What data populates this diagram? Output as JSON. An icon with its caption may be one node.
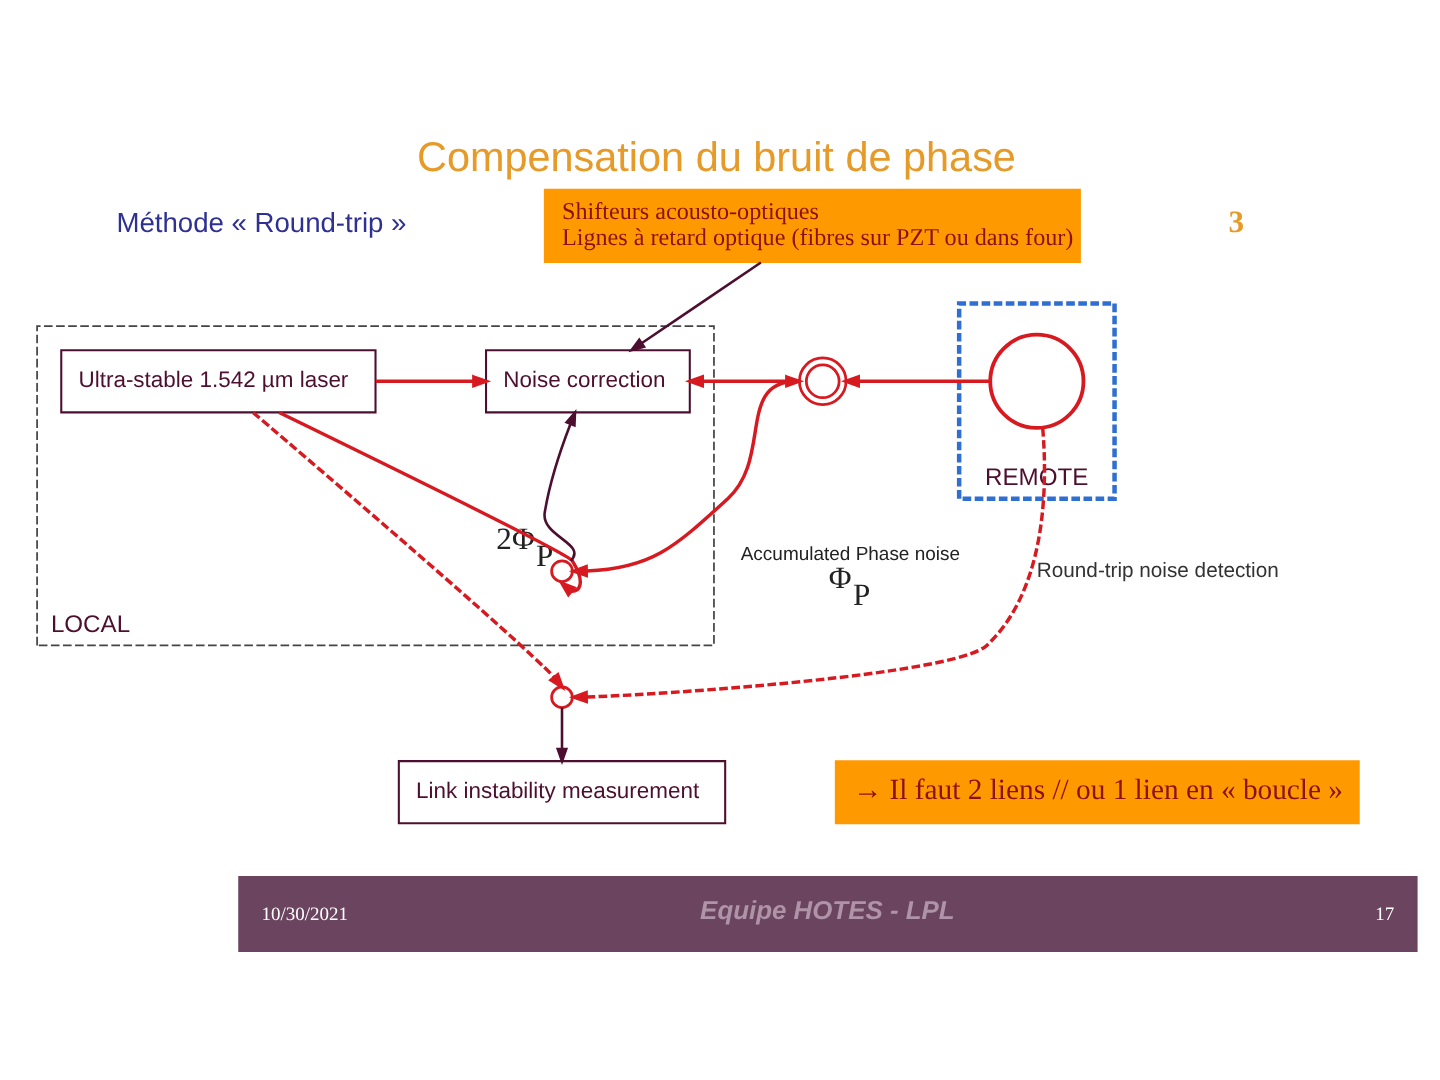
{
  "diagram": {
    "title": "Compensation du bruit de phase",
    "nodes": [
      {
        "text": [
          "Shifteurs acousto-optiques",
          "Lignes à retard optique (fibres sur PZT ou dans four)"
        ]
      },
      {
        "text": [
          "LOCAL"
        ]
      },
      {
        "text": [
          "Ultra-stable 1.542 µm laser"
        ],
        "in": 1
      },
      {
        "text": [
          "Noise correction"
        ],
        "in": 1
      },
      {
        "text": [],
        "shape": "circle",
        "in": 1,
        "beside": [
          "2Φ$_{P}$"
        ]
      },
      {
        "text": [],
        "shape": "coil",
        "beside": [
          "Accumulated Phase noise",
          "Φ$_{P}$"
        ]
      },
      {
        "text": [
          "REMOTE"
        ]
      },
      {
        "text": [],
        "shape": "circle",
        "in": 6
      },
      {
        "text": [],
        "shape": "circle"
      },
      {
        "text": [
          "Link instability measurement"
        ]
      },
      {
        "text": [
          "→ Il faut 2 liens // ou 1 lien en « boucle »"
        ]
      },
      {
        "text": [
          "10/30/2021",
          "Equipe HOTES - LPL",
          "17"
        ]
      }
    ],
    "edges": [
      {
        "from": 0,
        "to": 3,
        "arrow": "to",
        "color": "#4d0f2f"
      },
      {
        "from": 2,
        "to": 3,
        "arrow": "to"
      },
      {
        "from": 2,
        "to": 4,
        "arrow": "to"
      },
      {
        "from": 4,
        "to": 3,
        "arrow": "to",
        "color": "#4d0f2f"
      },
      {
        "from": 3,
        "to": 5,
        "arrow": "both"
      },
      {
        "from": 5,
        "to": 4,
        "arrow": "to"
      },
      {
        "from": 7,
        "to": 5,
        "arrow": "to"
      },
      {
        "from": 7,
        "to": 8,
        "arrow": "to",
        "style": "dashed",
        "label": "Round-trip noise detection"
      },
      {
        "from": 2,
        "to": 8,
        "arrow": "to",
        "style": "dashed"
      },
      {
        "from": 8,
        "to": 9,
        "arrow": "to",
        "color": "#4d0f2f"
      }
    ],
    "labels": [
      "3",
      "Méthode « Round-trip »"
    ]
  }
}
